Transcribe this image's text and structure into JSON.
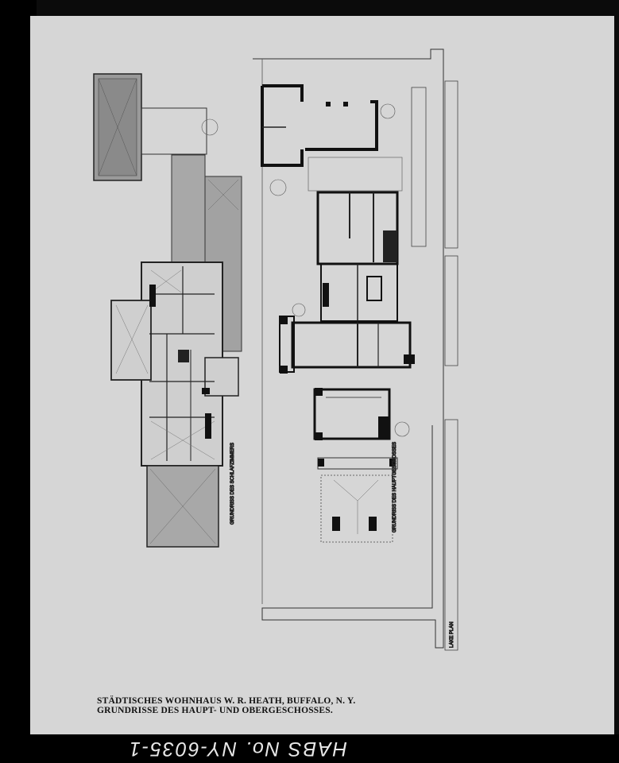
{
  "caption": {
    "line1": "STÄDTISCHES WOHNHAUS W. R. HEATH, BUFFALO, N. Y.",
    "line2": "GRUNDRISSE DES HAUPT- UND OBERGESCHOSSES."
  },
  "plan_labels": {
    "upper_floor": "GRUNDRISS DES SCHLAFZIMMERS",
    "main_floor": "GRUNDRISS DES HAUPTGESCHOSSES",
    "street": "LAKE PLAN"
  },
  "archive_number": "HABS No. NY-6035-1",
  "colors": {
    "paper": "#d6d6d6",
    "ink": "#111111",
    "frame": "#000000"
  }
}
